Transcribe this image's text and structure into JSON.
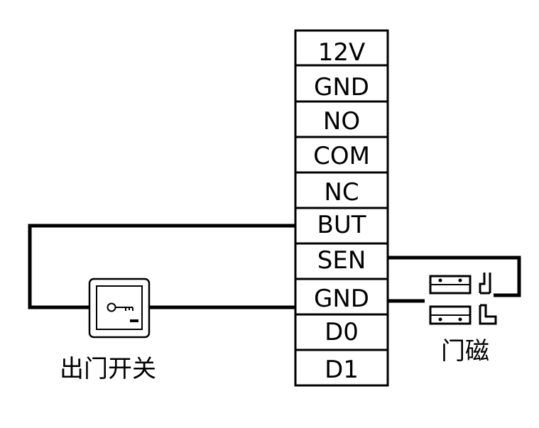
{
  "terminals": [
    "12V",
    "GND",
    "NO",
    "COM",
    "NC",
    "BUT",
    "SEN",
    "GND",
    "D0",
    "D1"
  ],
  "exit_switch": {
    "caption": "出门开关"
  },
  "door_sensor": {
    "caption": "门磁"
  }
}
